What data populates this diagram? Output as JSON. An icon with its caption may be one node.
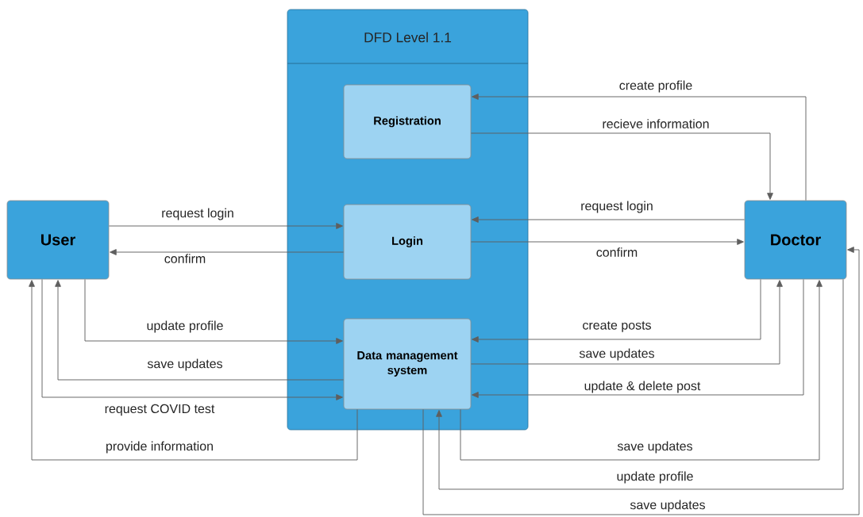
{
  "diagram": {
    "nodes": [
      {
        "text": [
          "DFD Level 1.1"
        ]
      },
      {
        "text": [
          "Registration"
        ],
        "in": 0
      },
      {
        "text": [
          "Login"
        ],
        "in": 0
      },
      {
        "text": [
          "Data management system"
        ],
        "in": 0
      },
      {
        "text": [
          "User"
        ]
      },
      {
        "text": [
          "Doctor"
        ]
      }
    ],
    "edges": [
      {
        "from": 5,
        "to": 1,
        "arrow": "to",
        "label": "create profile"
      },
      {
        "from": 1,
        "to": 5,
        "arrow": "to",
        "label": "recieve information"
      },
      {
        "from": 4,
        "to": 2,
        "arrow": "to",
        "label": "request login"
      },
      {
        "from": 2,
        "to": 4,
        "arrow": "to",
        "label": "confirm"
      },
      {
        "from": 5,
        "to": 2,
        "arrow": "to",
        "label": "request login"
      },
      {
        "from": 2,
        "to": 5,
        "arrow": "to",
        "label": "confirm"
      },
      {
        "from": 4,
        "to": 3,
        "arrow": "to",
        "label": "update profile"
      },
      {
        "from": 3,
        "to": 4,
        "arrow": "to",
        "label": "save updates"
      },
      {
        "from": 4,
        "to": 3,
        "arrow": "to",
        "label": "request COVID test"
      },
      {
        "from": 3,
        "to": 4,
        "arrow": "to",
        "label": "provide information"
      },
      {
        "from": 5,
        "to": 3,
        "arrow": "to",
        "label": "create posts"
      },
      {
        "from": 3,
        "to": 5,
        "arrow": "to",
        "label": "save updates"
      },
      {
        "from": 5,
        "to": 3,
        "arrow": "to",
        "label": "update & delete post"
      },
      {
        "from": 3,
        "to": 5,
        "arrow": "to",
        "label": "save updates"
      },
      {
        "from": 5,
        "to": 3,
        "arrow": "to",
        "label": "update profile"
      },
      {
        "from": 3,
        "to": 5,
        "arrow": "to",
        "label": "save updates"
      }
    ]
  }
}
